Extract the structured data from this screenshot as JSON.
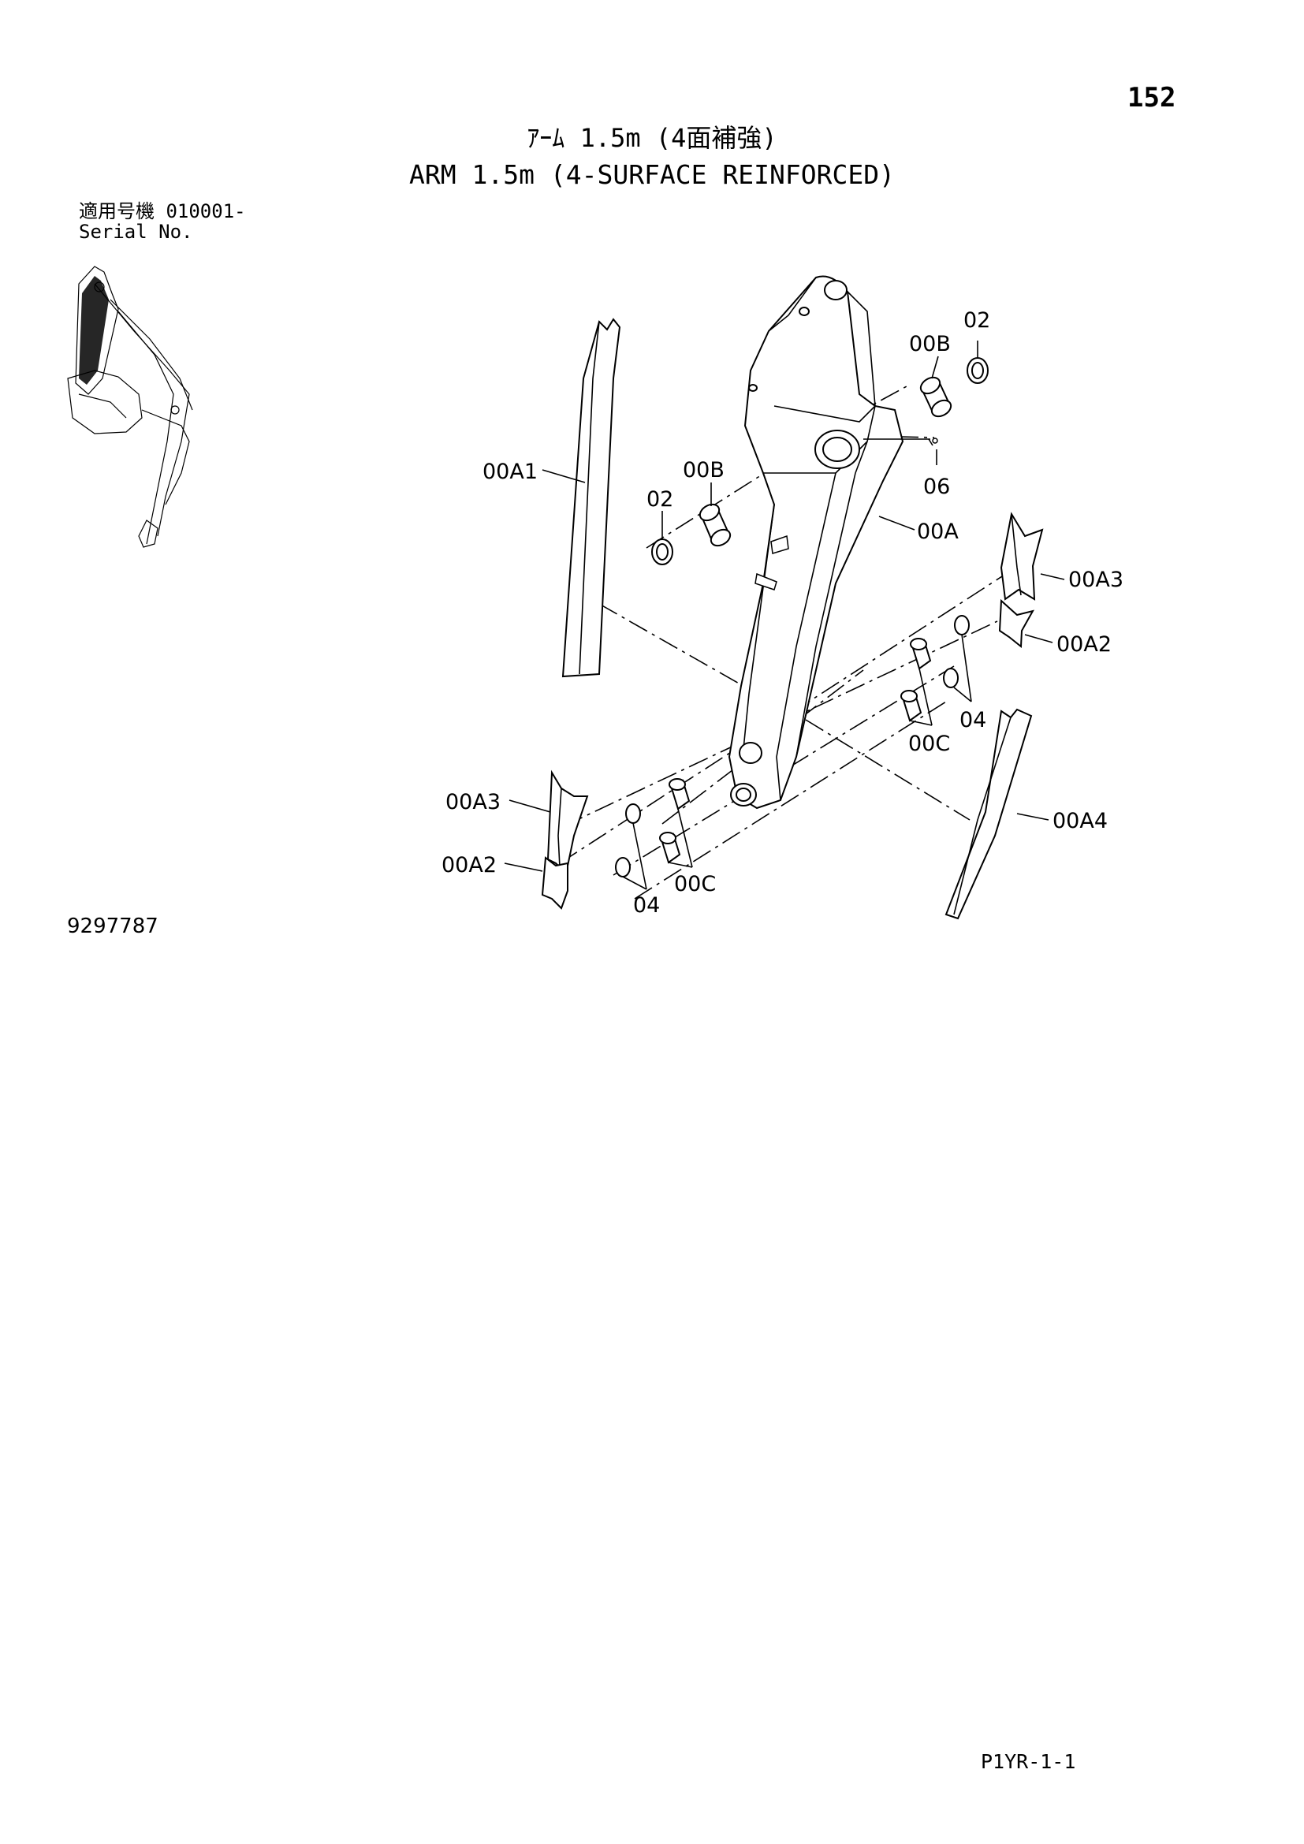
{
  "page_number": "152",
  "title_jp": "ｱｰﾑ 1.5m (4面補強)",
  "title_en": "ARM 1.5m (4-SURFACE REINFORCED)",
  "serial_jp": "適用号機  010001-",
  "serial_en": "Serial No.",
  "doc_code": "9297787",
  "ref_code": "P1YR-1-1",
  "callouts": {
    "c_02_top": "02",
    "c_00b_top": "00B",
    "c_00a1": "00A1",
    "c_00b_left": "00B",
    "c_02_left": "02",
    "c_06": "06",
    "c_00a": "00A",
    "c_00a3_right": "00A3",
    "c_00a2_right": "00A2",
    "c_04_right": "04",
    "c_00c_right": "00C",
    "c_00a3_left": "00A3",
    "c_00a4": "00A4",
    "c_00a2_left": "00A2",
    "c_00c_left": "00C",
    "c_04_left": "04"
  }
}
